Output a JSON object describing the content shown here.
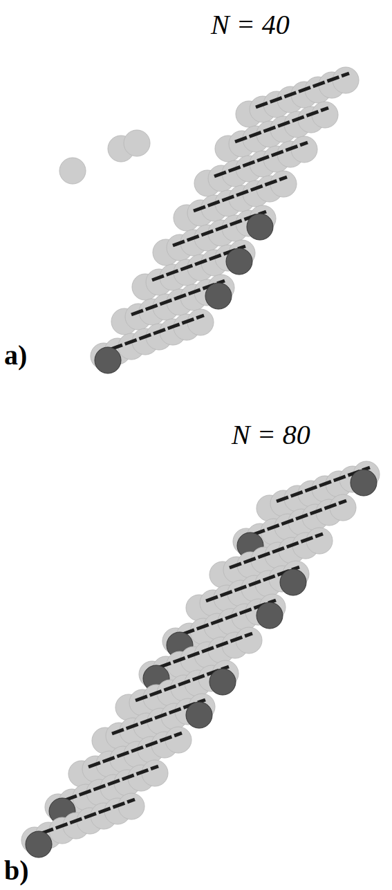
{
  "diagram": {
    "labels": [
      "N = 40",
      "a)",
      "N = 80",
      "b)"
    ]
  }
}
